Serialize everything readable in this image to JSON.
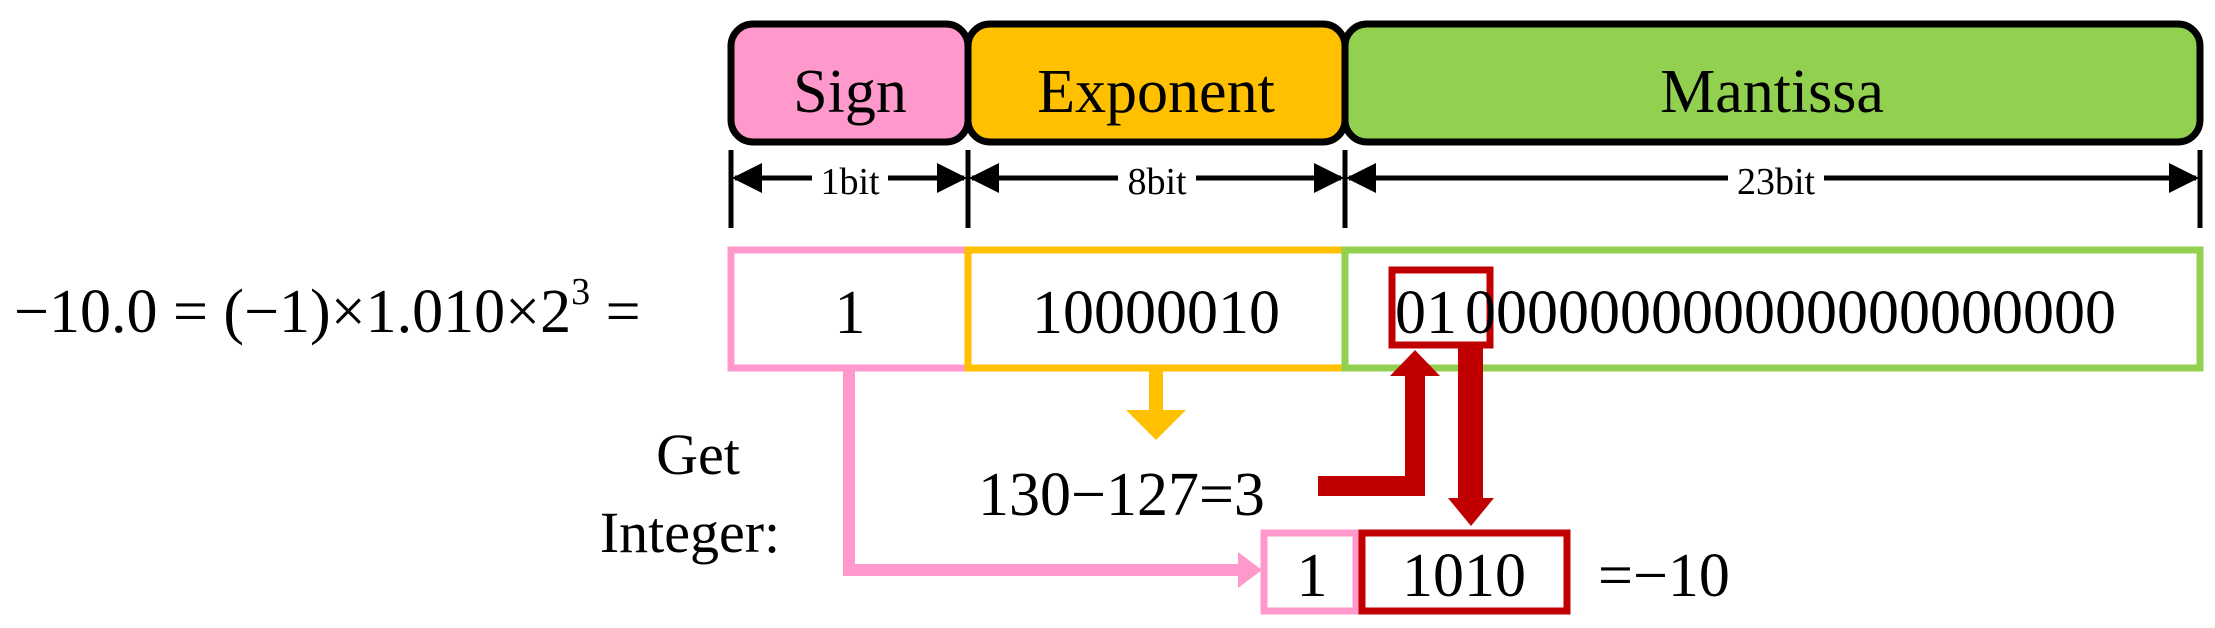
{
  "header": {
    "sign": "Sign",
    "exponent": "Exponent",
    "mantissa": "Mantissa"
  },
  "widths": {
    "sign": "1bit",
    "exponent": "8bit",
    "mantissa": "23bit"
  },
  "equation": {
    "prefix": "−10.0 = (−1)×1.010×2",
    "exponent_sup": "3",
    "suffix": " ="
  },
  "bits": {
    "sign": "1",
    "exponent": "10000010",
    "mantissa_highlight": "01",
    "mantissa_rest": "000000000000000000000"
  },
  "calc": {
    "exponent_calc": "130−127=3"
  },
  "get_integer": {
    "line1": "Get",
    "line2": "Integer:"
  },
  "result": {
    "sign_bit": "1",
    "integer_bits": "1010",
    "value": "=−10"
  },
  "colors": {
    "sign": "#ff99cc",
    "exponent": "#ffc000",
    "mantissa": "#92d050",
    "highlight": "#c00000",
    "outline": "#000000"
  }
}
